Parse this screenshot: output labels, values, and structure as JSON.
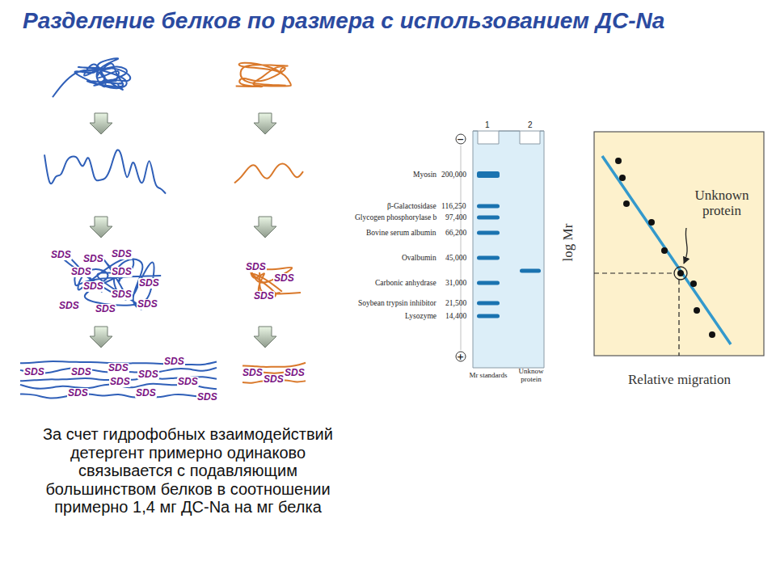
{
  "diagram": {
    "title": "Разделение белков по размера с использованием ДС-Na",
    "caption": "За счет гидрофобных взаимодействий детергент примерно одинаково связывается с подавляющим большинством белков в соотношении примерно 1,4 мг ДС-Na на мг белка",
    "labels": [
      "SDS",
      "SDS",
      "SDS",
      "SDS",
      "SDS",
      "SDS",
      "SDS",
      "SDS",
      "SDS",
      "SDS",
      "SDS",
      "SDS",
      "SDS",
      "SDS",
      "SDS",
      "SDS",
      "SDS",
      "SDS",
      "SDS",
      "SDS",
      "SDS",
      "SDS",
      "SDS",
      "SDS",
      "SDS",
      "SDS",
      "SDS",
      "1",
      "2",
      "−",
      "+",
      "Myosin",
      "200,000",
      "β-Galactosidase",
      "116,250",
      "Glycogen phosphorylase b",
      "97,400",
      "Bovine serum albumin",
      "66,200",
      "Ovalbumin",
      "45,000",
      "Carbonic anhydrase",
      "31,000",
      "Soybean trypsin inhibitor",
      "21,500",
      "Lysozyme",
      "14,400",
      "Mr standards",
      "Unknow protein",
      "log Mr",
      "Unknown protein",
      "Relative migration"
    ]
  }
}
